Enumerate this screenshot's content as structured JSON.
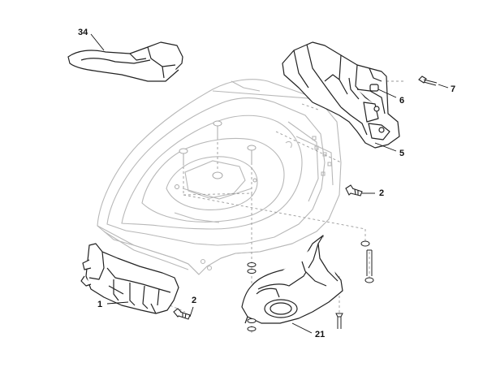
{
  "diagram": {
    "callouts": [
      {
        "id": "c34",
        "label": "34"
      },
      {
        "id": "c7",
        "label": "7"
      },
      {
        "id": "c6",
        "label": "6"
      },
      {
        "id": "c5",
        "label": "5"
      },
      {
        "id": "c2a",
        "label": "2"
      },
      {
        "id": "c2b",
        "label": "2"
      },
      {
        "id": "c1",
        "label": "1"
      },
      {
        "id": "c21",
        "label": "21"
      }
    ]
  }
}
